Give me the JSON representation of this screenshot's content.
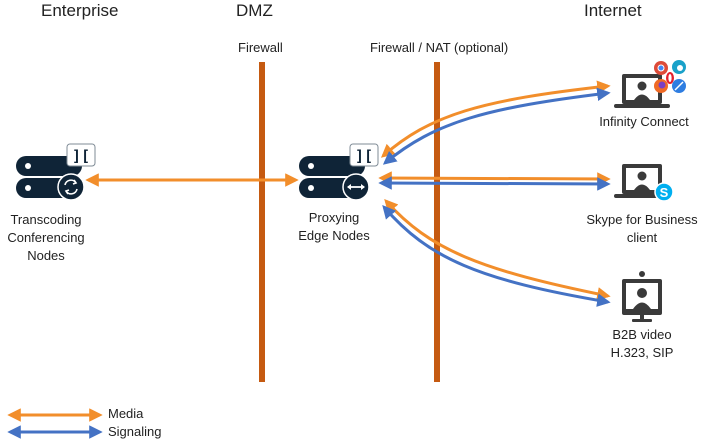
{
  "zones": {
    "enterprise": "Enterprise",
    "dmz": "DMZ",
    "internet": "Internet"
  },
  "firewalls": {
    "inner": "Firewall",
    "outer": "Firewall / NAT (optional)"
  },
  "nodes": {
    "transcoding": [
      "Transcoding",
      "Conferencing",
      "Nodes"
    ],
    "proxying": [
      "Proxying",
      "Edge Nodes"
    ],
    "infinity_connect": [
      "Infinity Connect"
    ],
    "skype": [
      "Skype for Business",
      "client"
    ],
    "b2b": [
      "B2B video",
      "H.323, SIP"
    ]
  },
  "legend": {
    "media": "Media",
    "signaling": "Signaling"
  },
  "colors": {
    "media": "#f28e2b",
    "signaling": "#4472c4",
    "firewall": "#c55a11",
    "server": "#0f2437"
  }
}
